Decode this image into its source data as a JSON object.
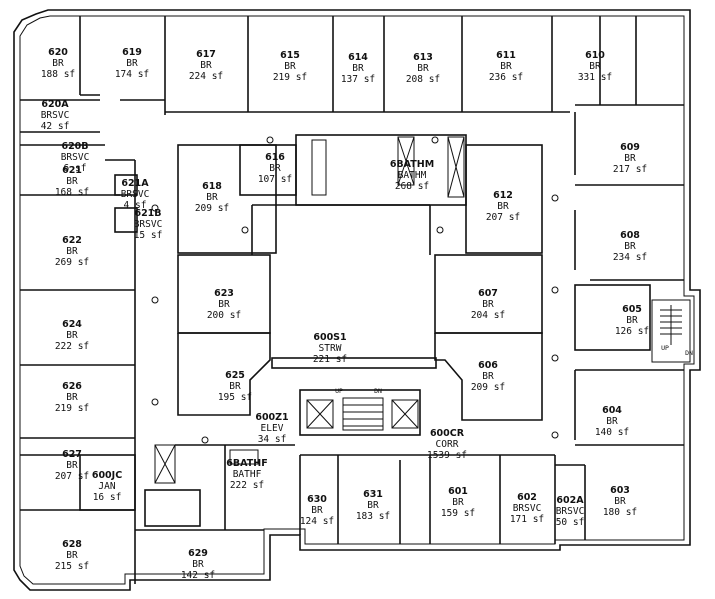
{
  "rooms": [
    {
      "id": "r620",
      "num": "620",
      "type": "BR",
      "area": "188 sf"
    },
    {
      "id": "r619",
      "num": "619",
      "type": "BR",
      "area": "174 sf"
    },
    {
      "id": "r617",
      "num": "617",
      "type": "BR",
      "area": "224 sf"
    },
    {
      "id": "r615",
      "num": "615",
      "type": "BR",
      "area": "219 sf"
    },
    {
      "id": "r614",
      "num": "614",
      "type": "BR",
      "area": "137 sf"
    },
    {
      "id": "r613",
      "num": "613",
      "type": "BR",
      "area": "208 sf"
    },
    {
      "id": "r611",
      "num": "611",
      "type": "BR",
      "area": "236 sf"
    },
    {
      "id": "r610",
      "num": "610",
      "type": "BR",
      "area": "331 sf"
    },
    {
      "id": "r620A",
      "num": "620A",
      "type": "BRSVC",
      "area": "42 sf"
    },
    {
      "id": "r620B",
      "num": "620B",
      "type": "BRSVC",
      "area": "6 sf"
    },
    {
      "id": "r621",
      "num": "621",
      "type": "BR",
      "area": "168 sf"
    },
    {
      "id": "r621A",
      "num": "621A",
      "type": "BRSVC",
      "area": "4 sf"
    },
    {
      "id": "r621B",
      "num": "621B",
      "type": "BRSVC",
      "area": "15 sf"
    },
    {
      "id": "r616",
      "num": "616",
      "type": "BR",
      "area": "107 sf"
    },
    {
      "id": "r6BATHM",
      "num": "6BATHM",
      "type": "BATHM",
      "area": "268 sf"
    },
    {
      "id": "r609",
      "num": "609",
      "type": "BR",
      "area": "217 sf"
    },
    {
      "id": "r618",
      "num": "618",
      "type": "BR",
      "area": "209 sf"
    },
    {
      "id": "r612",
      "num": "612",
      "type": "BR",
      "area": "207 sf"
    },
    {
      "id": "r622",
      "num": "622",
      "type": "BR",
      "area": "269 sf"
    },
    {
      "id": "r608",
      "num": "608",
      "type": "BR",
      "area": "234 sf"
    },
    {
      "id": "r623",
      "num": "623",
      "type": "BR",
      "area": "200 sf"
    },
    {
      "id": "r607",
      "num": "607",
      "type": "BR",
      "area": "204 sf"
    },
    {
      "id": "r624",
      "num": "624",
      "type": "BR",
      "area": "222 sf"
    },
    {
      "id": "r605",
      "num": "605",
      "type": "BR",
      "area": "126 sf"
    },
    {
      "id": "r600S1",
      "num": "600S1",
      "type": "STRW",
      "area": "221 sf"
    },
    {
      "id": "r625",
      "num": "625",
      "type": "BR",
      "area": "195 sf"
    },
    {
      "id": "r606",
      "num": "606",
      "type": "BR",
      "area": "209 sf"
    },
    {
      "id": "r626",
      "num": "626",
      "type": "BR",
      "area": "219 sf"
    },
    {
      "id": "r604",
      "num": "604",
      "type": "BR",
      "area": "140 sf"
    },
    {
      "id": "r600Z1",
      "num": "600Z1",
      "type": "ELEV",
      "area": "34 sf"
    },
    {
      "id": "r600CR",
      "num": "600CR",
      "type": "CORR",
      "area": "1539 sf"
    },
    {
      "id": "r627",
      "num": "627",
      "type": "BR",
      "area": "207 sf"
    },
    {
      "id": "r600JC",
      "num": "600JC",
      "type": "JAN",
      "area": "16 sf"
    },
    {
      "id": "r6BATHF",
      "num": "6BATHF",
      "type": "BATHF",
      "area": "222 sf"
    },
    {
      "id": "r630",
      "num": "630",
      "type": "BR",
      "area": "124 sf"
    },
    {
      "id": "r631",
      "num": "631",
      "type": "BR",
      "area": "183 sf"
    },
    {
      "id": "r601",
      "num": "601",
      "type": "BR",
      "area": "159 sf"
    },
    {
      "id": "r602",
      "num": "602",
      "type": "BRSVC",
      "area": "171 sf"
    },
    {
      "id": "r602A",
      "num": "602A",
      "type": "BRSVC",
      "area": "50 sf"
    },
    {
      "id": "r603",
      "num": "603",
      "type": "BR",
      "area": "180 sf"
    },
    {
      "id": "r628",
      "num": "628",
      "type": "BR",
      "area": "215 sf"
    },
    {
      "id": "r629",
      "num": "629",
      "type": "BR",
      "area": "142 sf"
    }
  ],
  "stairs": {
    "up": "UP",
    "dn": "DN"
  }
}
